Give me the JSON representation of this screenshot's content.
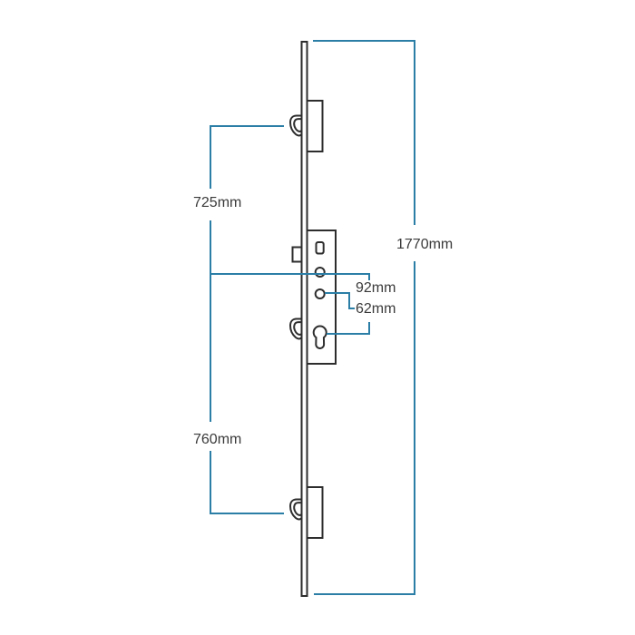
{
  "colors": {
    "dim": "#2b7ea6",
    "ink": "#2d2d2d",
    "text": "#3a3a3a",
    "bg": "#ffffff"
  },
  "labels": {
    "top_span": "725mm",
    "overall_height": "1770mm",
    "handle_to_cylinder": "92mm",
    "secondary_offset": "62mm",
    "bottom_span": "760mm"
  }
}
